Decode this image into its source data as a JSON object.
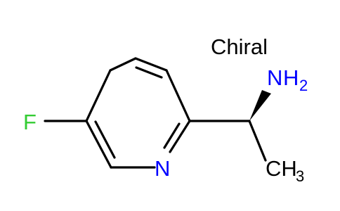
{
  "labels": {
    "chiral": "Chiral",
    "fluorine": "F",
    "ring_nitrogen": "N",
    "amine_N": "N",
    "amine_H": "H",
    "amine_sub": "2",
    "methyl_C": "CH",
    "methyl_sub": "3"
  },
  "colors": {
    "bond": "#000000",
    "nitrogen": "#0000ff",
    "fluorine": "#33cc33",
    "text": "#000000",
    "background": "#ffffff"
  }
}
